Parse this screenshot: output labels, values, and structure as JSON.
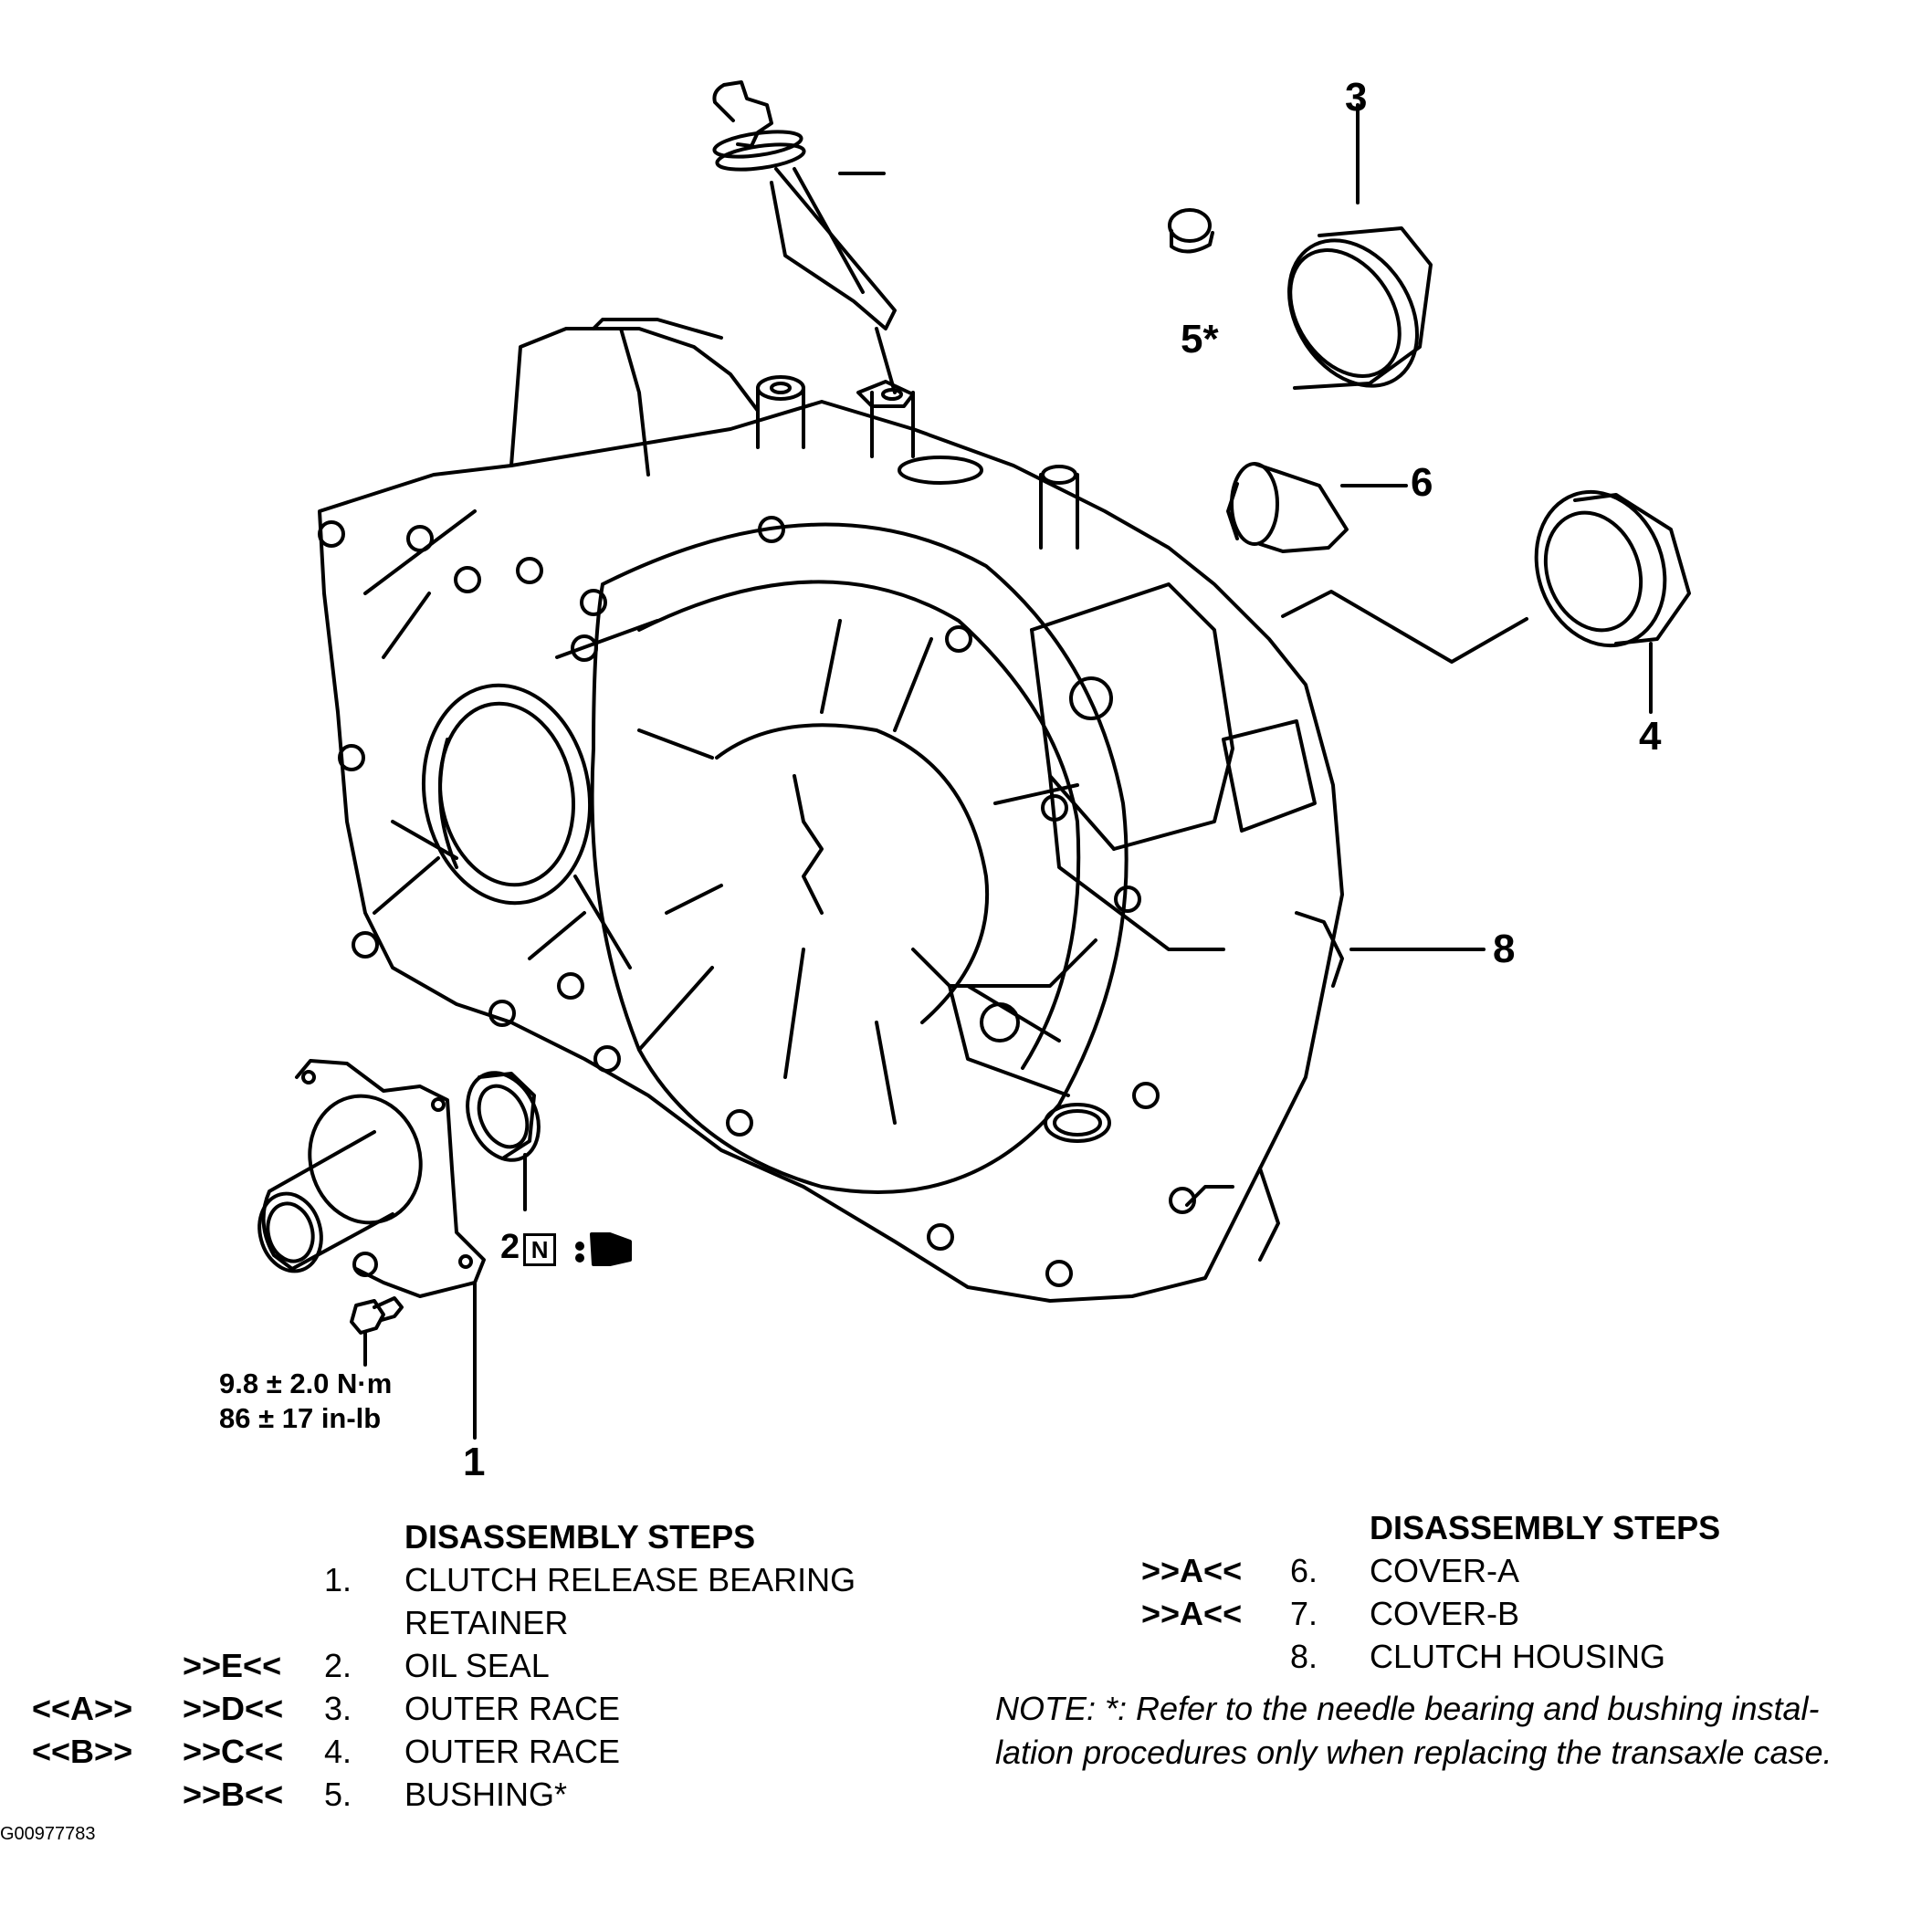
{
  "callouts": {
    "part_3": "3",
    "part_5": "5*",
    "part_6": "6",
    "part_4": "4",
    "part_8": "8",
    "part_2": "2",
    "part_1": "1"
  },
  "seal_symbol": "N",
  "torque": {
    "line1": "9.8 ± 2.0 N·m",
    "line2": "86 ± 17 in-lb"
  },
  "left_steps": {
    "header": "DISASSEMBLY STEPS",
    "rows": [
      {
        "left": "",
        "code": "",
        "num": "1.",
        "text": "CLUTCH RELEASE BEARING"
      },
      {
        "left": "",
        "code": "",
        "num": "",
        "text": "RETAINER"
      },
      {
        "left": "",
        "code": ">>E<<",
        "num": "2.",
        "text": "OIL SEAL"
      },
      {
        "left": "<<A>>",
        "code": ">>D<<",
        "num": "3.",
        "text": "OUTER RACE"
      },
      {
        "left": "<<B>>",
        "code": ">>C<<",
        "num": "4.",
        "text": "OUTER RACE"
      },
      {
        "left": "",
        "code": ">>B<<",
        "num": "5.",
        "text": "BUSHING*"
      }
    ]
  },
  "right_steps": {
    "header": "DISASSEMBLY STEPS",
    "rows": [
      {
        "code": ">>A<<",
        "num": "6.",
        "text": "COVER-A"
      },
      {
        "code": ">>A<<",
        "num": "7.",
        "text": "COVER-B"
      },
      {
        "code": "",
        "num": "8.",
        "text": "CLUTCH HOUSING"
      }
    ]
  },
  "note": {
    "line1": "NOTE: *: Refer to the needle bearing and bushing instal-",
    "line2": "lation procedures only when replacing the transaxle case."
  },
  "figure_id": "G00977783"
}
